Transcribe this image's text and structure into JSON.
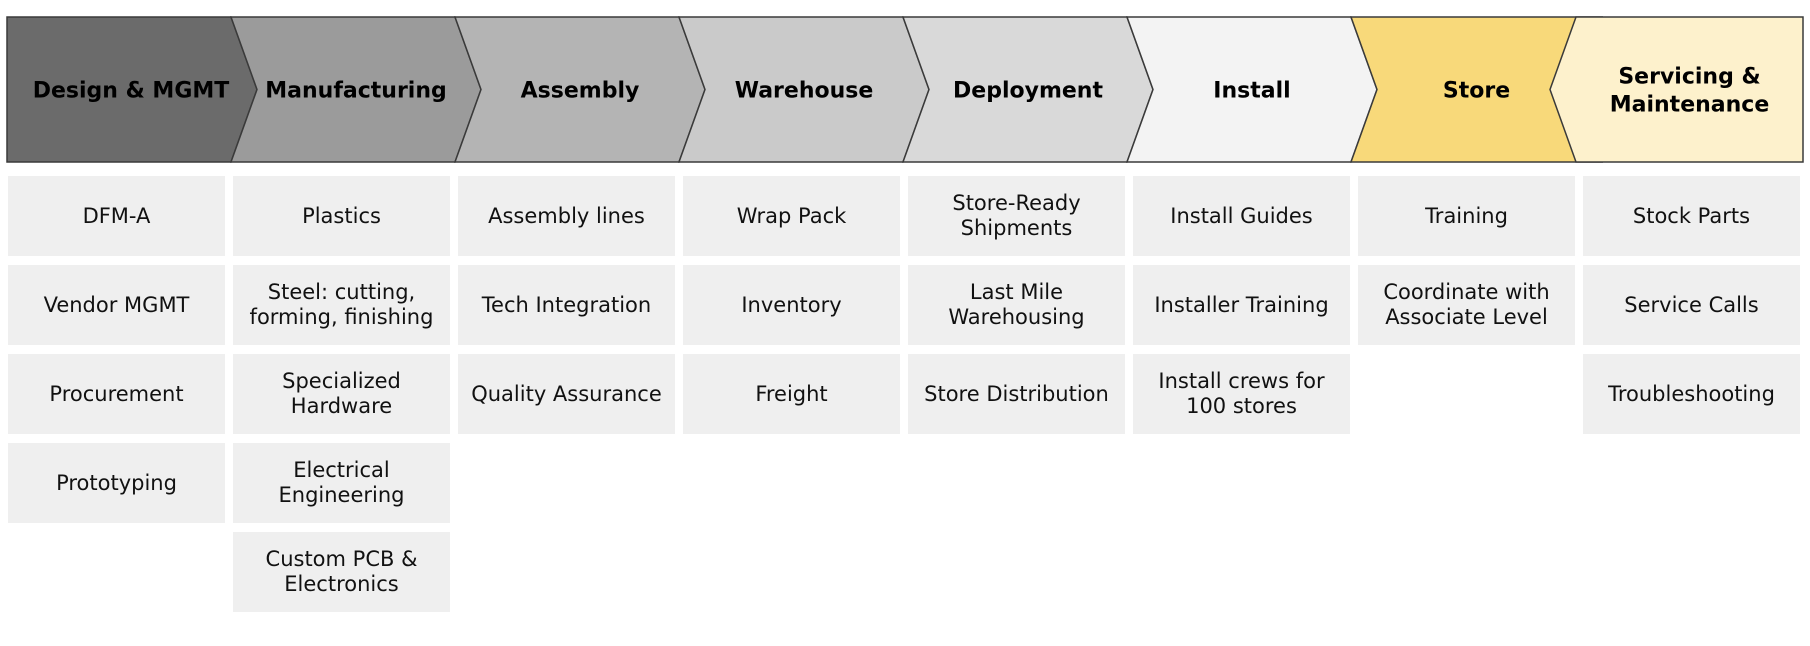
{
  "stages": [
    {
      "label": "Design & MGMT",
      "fill": "#6b6b6b",
      "tasks": [
        "DFM-A",
        "Vendor MGMT",
        "Procurement",
        "Prototyping"
      ]
    },
    {
      "label": "Manufacturing",
      "fill": "#9b9b9b",
      "tasks": [
        "Plastics",
        "Steel: cutting, forming, finishing",
        "Specialized Hardware",
        "Electrical Engineering",
        "Custom PCB & Electronics"
      ]
    },
    {
      "label": "Assembly",
      "fill": "#b4b4b4",
      "tasks": [
        "Assembly lines",
        "Tech Integration",
        "Quality Assurance"
      ]
    },
    {
      "label": "Warehouse",
      "fill": "#cacaca",
      "tasks": [
        "Wrap Pack",
        "Inventory",
        "Freight"
      ]
    },
    {
      "label": "Deployment",
      "fill": "#d9d9d9",
      "tasks": [
        "Store-Ready Shipments",
        "Last Mile Warehousing",
        "Store Distribution"
      ]
    },
    {
      "label": "Install",
      "fill": "#f3f3f3",
      "tasks": [
        "Install Guides",
        "Installer Training",
        "Install crews for 100 stores"
      ]
    },
    {
      "label": "Store",
      "fill": "#f8d97a",
      "tasks": [
        "Training",
        "Coordinate with Associate Level"
      ]
    },
    {
      "label": "Servicing & Maintenance",
      "fill": "#fdf1cc",
      "tasks": [
        "Stock Parts",
        "Service Calls",
        "Troubleshooting"
      ]
    }
  ],
  "colors": {
    "stroke": "#3a3a3a",
    "task_bg": "#efefef"
  }
}
